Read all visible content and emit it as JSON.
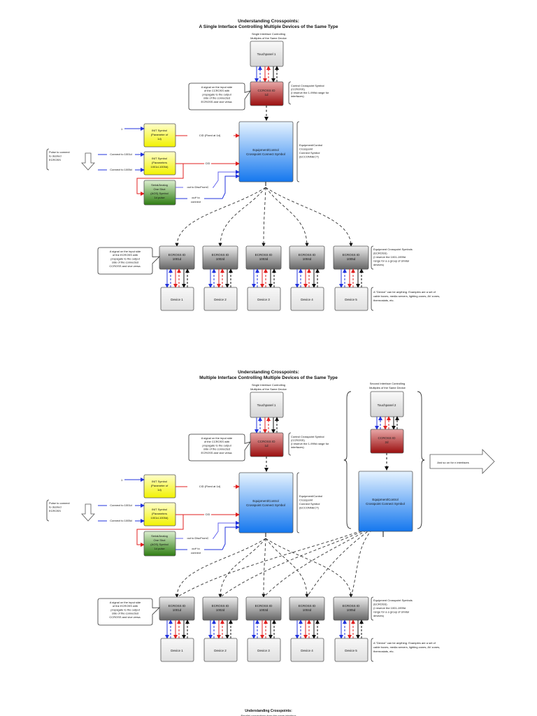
{
  "diagram1": {
    "title_line1": "Understanding Crosspoints:",
    "title_line2": "A Single Interface Controlling Multiple Devices of the Same Type",
    "interface_caption_line1": "Single Interface Controlling",
    "interface_caption_line2": "Multiples of the Same Device",
    "touchpanel": "Touchpanel 1",
    "ccross_line1": "CCROSS ID",
    "ccross_line2": "1d",
    "ccross_note": [
      "Control Crosspoint Symbol",
      "(CCROSS)",
      "(I reserve the 1-999d range for",
      "interfaces)"
    ],
    "callout_top": [
      "A signal on the input side",
      "of the CCROSS with",
      "propagate to the output",
      "side of the connected",
      "ECROSS and vice versa."
    ],
    "econnect_line1": "Equipment/Control",
    "econnect_line2": "Crosspoint Connect Symbol",
    "econnect_note": [
      "Equipment/Control",
      "Crosspoint",
      "Connect Symbol",
      "(ECCONNECT)"
    ],
    "init1": [
      "INIT Symbol",
      "(Parameter of",
      "1d)"
    ],
    "init1_input": "1",
    "init1_output": "CID (Fixed at 1d)",
    "init2": [
      "INIT Symbol",
      "(Parameters",
      "1001d-1005d)"
    ],
    "init2_input1": "Connect to 1001d",
    "init2_input2": "Connect to 1005d",
    "init2_output": "CID",
    "aos": [
      "Serial/Analog",
      "One Shot",
      "(AOS) Symbol",
      "1d pulse"
    ],
    "aos_out1": "out to DiscFromC",
    "aos_out2_line1": "out* to",
    "aos_out2_line2": "connect",
    "pulse_note": [
      "Pulse to connect",
      "to desired",
      "ECROSS"
    ],
    "callout_bottom": [
      "A signal on the input side",
      "of the ECROSS with",
      "propagate to the output",
      "side of the connected",
      "CCROSS and vice versa."
    ],
    "ecross_label": "ECROSS ID",
    "ecross_ids": [
      "1001d",
      "1002d",
      "1003d",
      "1004d",
      "1005d"
    ],
    "devices": [
      "Device 1",
      "Device 2",
      "Device 3",
      "Device 4",
      "Device 5"
    ],
    "ecross_note": [
      "Equipment Crosspoint Symbols",
      "(ECROSS)",
      "(I reserve the 1001-1999d",
      "range for a a group of similar",
      "devices)"
    ],
    "device_note": [
      "A \"Device\" can be anything. Examples are a set of",
      "cable boxes, media servers, lighting zones, AV zones,",
      "thermostats, etc."
    ]
  },
  "diagram2": {
    "title_line1": "Understanding Crosspoints:",
    "title_line2": "Multiple Interface Controlling Multiple Devices of the Same Type",
    "second_caption_line1": "Second Interface Controlling",
    "second_caption_line2": "Multiples of the Same Device",
    "touchpanel2": "Touchpanel 2",
    "ccross2_line2": "2d",
    "and_so_on": "And so on for n interfaces"
  },
  "diagram3": {
    "title_line1": "Understanding Crosspoints:",
    "subtitle_partial": "Parallel connections from the same interface"
  },
  "colors": {
    "blue": "#2233dd",
    "red": "#e02020",
    "touchpanel": "#e6e6e6",
    "ccross_top": "#e09a9a",
    "ccross_bottom": "#9a1010",
    "econnect_top": "#dff0ff",
    "econnect_bottom": "#1a7ef0",
    "init_yellow": "#ffff66",
    "aos_green": "#3a8a1a",
    "ecross_top": "#e8e8e8",
    "ecross_bottom": "#6a6a6a"
  }
}
